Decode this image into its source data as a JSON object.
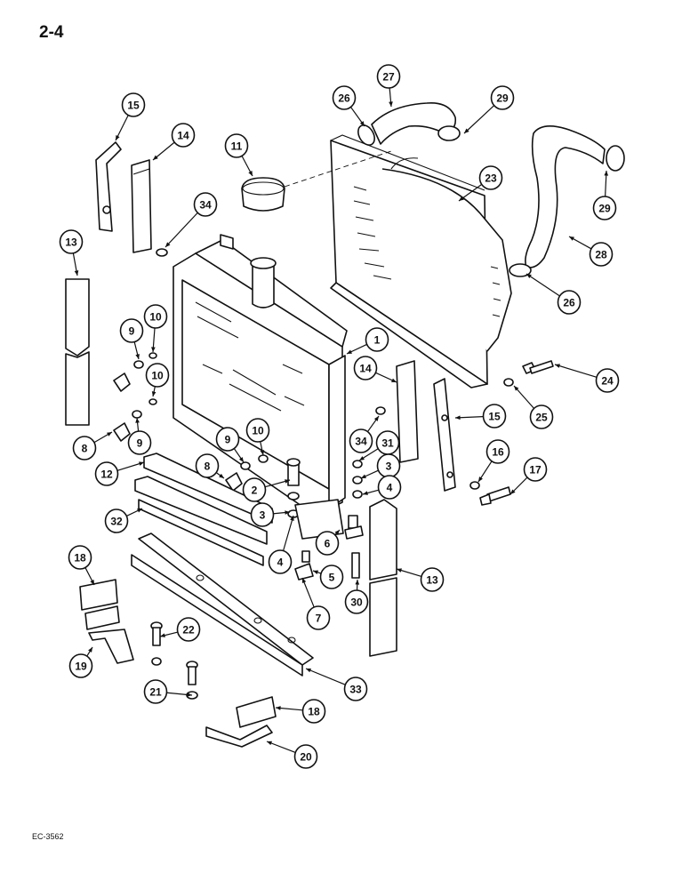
{
  "page": {
    "number": "2-4",
    "figure_code": "EC-3562"
  },
  "callouts": [
    "15",
    "14",
    "11",
    "34",
    "13",
    "27",
    "26",
    "29",
    "23",
    "29",
    "28",
    "26",
    "10",
    "9",
    "1",
    "14",
    "8",
    "10",
    "9",
    "15",
    "24",
    "25",
    "9",
    "10",
    "34",
    "31",
    "16",
    "17",
    "8",
    "12",
    "3",
    "2",
    "4",
    "3",
    "32",
    "6",
    "4",
    "5",
    "13",
    "30",
    "7",
    "18",
    "22",
    "19",
    "21",
    "33",
    "18",
    "20"
  ]
}
